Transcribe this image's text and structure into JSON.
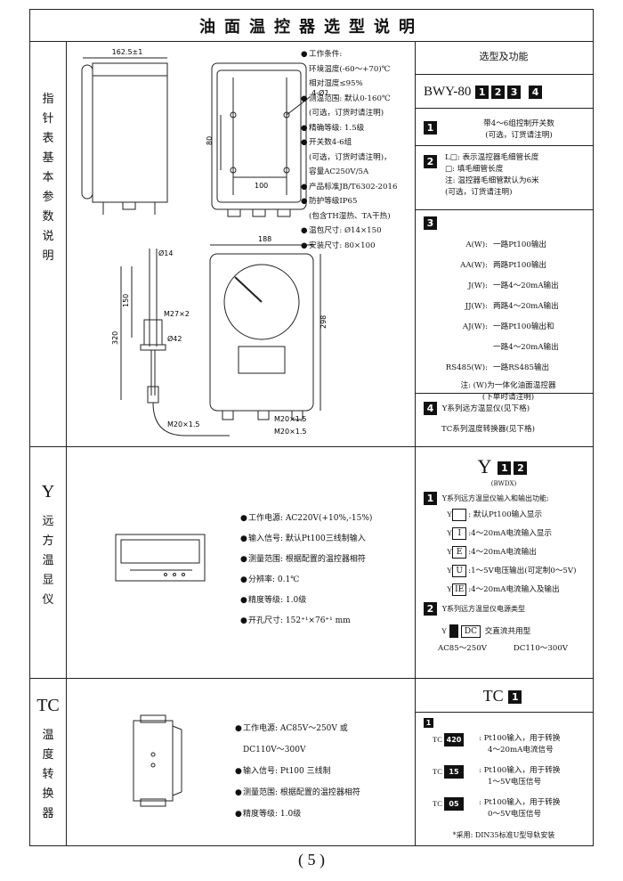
{
  "title": "油面温控器选型说明",
  "page_number": "( 5 )",
  "sections": {
    "bwy": {
      "side_label": [
        "指",
        "针",
        "表",
        "基",
        "本",
        "参",
        "数",
        "说",
        "明"
      ],
      "dims": {
        "width_top": "162.5±1",
        "hole": "4-Ø7",
        "h80": "80",
        "w100": "100",
        "d14": "Ø14",
        "w188": "188",
        "h150": "150",
        "h320": "320",
        "m27": "M27×2",
        "d42": "Ø42",
        "h298": "298",
        "m20a": "M20×1.5",
        "m20b": "M20×1.5",
        "m20c": "M20×1.5"
      },
      "specs": [
        "工作条件:",
        "环境温度(-60～+70)℃",
        "相对湿度≤95%",
        "测温范围: 默认0-160℃",
        "(可选，订货时请注明)",
        "精确等级: 1.5级",
        "开关数4-6组",
        "(可选，订货时请注明)，",
        "容量AC250V/5A",
        "产品标准JB/T6302-2016",
        "防护等级IP65",
        "(包含TH湿热、TA干热)",
        "温包尺寸: Ø14×150",
        "安装尺寸: 80×100"
      ],
      "spec_bullets": [
        true,
        false,
        false,
        true,
        false,
        true,
        true,
        false,
        false,
        true,
        true,
        false,
        true,
        true
      ],
      "right": {
        "header": "选型及功能",
        "model": "BWY-80",
        "model_boxes": [
          "1",
          "2",
          "3",
          "4"
        ],
        "opt1_num": "1",
        "opt1_lines": [
          "带4～6组控制开关数",
          "(可选，订货请注明)"
        ],
        "opt2_num": "2",
        "opt2_lines": [
          "L□: 表示温控器毛细管长度",
          "□: 填毛细管长度",
          "注: 温控器毛细管默认为6米",
          "(可选，订货请注明)"
        ],
        "opt3_num": "3",
        "opt3_items": [
          {
            "code": "A(W):",
            "desc": "一路Pt100输出"
          },
          {
            "code": "AA(W):",
            "desc": "两路Pt100输出"
          },
          {
            "code": "J(W):",
            "desc": "一路4～20mA输出"
          },
          {
            "code": "JJ(W):",
            "desc": "两路4～20mA输出"
          },
          {
            "code": "AJ(W):",
            "desc": "一路Pt100输出和"
          },
          {
            "code": "",
            "desc": "一路4～20mA输出"
          },
          {
            "code": "RS485(W):",
            "desc": "一路RS485输出"
          }
        ],
        "opt3_note": [
          "注: (W)为一体化油面温控器",
          "(下单时请注明)"
        ],
        "opt4_num": "4",
        "opt4_lines": [
          "Y系列远方温显仪(见下格)",
          "TC系列温度转换器(见下格)"
        ]
      }
    },
    "y": {
      "side_big": "Y",
      "side_label": [
        "远",
        "方",
        "温",
        "显",
        "仪"
      ],
      "specs": [
        "工作电源: AC220V(+10%,-15%)",
        "输入信号: 默认Pt100三线制输入",
        "测量范围: 根据配置的温控器相符",
        "分辨率: 0.1℃",
        "精度等级: 1.0级",
        "开孔尺寸: 152⁺¹×76⁺¹ mm"
      ],
      "right": {
        "model": "Y",
        "model_boxes": [
          "1",
          "2"
        ],
        "model_sub": "(BWDX)",
        "opt1_num": "1",
        "opt1_title": "Y系列远方温显仪输入和输出功能:",
        "opt1_items": [
          {
            "box": "",
            "desc": ": 默认Pt100输入显示"
          },
          {
            "box": "I",
            "desc": ":4～20mA电流输入显示"
          },
          {
            "box": "E",
            "desc": ":4～20mA电流输出"
          },
          {
            "box": "U",
            "desc": ":1～5V电压输出(可定制0～5V)"
          },
          {
            "box": "IE",
            "desc": ":4～20mA电流输入及输出"
          }
        ],
        "opt1_prefix": "Y",
        "opt2_num": "2",
        "opt2_title": "Y系列远方温显仪电源类型",
        "opt2_prefix": "Y",
        "opt2_box": "DC",
        "opt2_desc": "交直流共用型",
        "opt2_ranges": [
          "AC85～250V",
          "DC110～300V"
        ]
      }
    },
    "tc": {
      "side_big": "TC",
      "side_label": [
        "温",
        "度",
        "转",
        "换",
        "器"
      ],
      "specs": [
        "工作电源: AC85V～250V 或",
        "DC110V～300V",
        "输入信号: Pt100 三线制",
        "测量范围: 根据配置的温控器相符",
        "精度等级: 1.0级"
      ],
      "spec_bullets": [
        true,
        false,
        true,
        true,
        true
      ],
      "right": {
        "model": "TC",
        "model_box": "1",
        "opt_num": "1",
        "items": [
          {
            "prefix": "TC",
            "code": "420",
            "lines": [
              ": Pt100输入，用于转换",
              "4～20mA电流信号"
            ]
          },
          {
            "prefix": "TC",
            "code": "15",
            "lines": [
              ": Pt100输入，用于转换",
              "1～5V电压信号"
            ]
          },
          {
            "prefix": "TC",
            "code": "05",
            "lines": [
              ": Pt100输入，用于转换",
              "0～5V电压信号"
            ]
          }
        ],
        "note": "*采用: DIN35标准U型导轨安装"
      }
    }
  },
  "colors": {
    "ink": "#111111",
    "border": "#222222",
    "paper": "#ffffff",
    "box_fill": "#111111"
  }
}
